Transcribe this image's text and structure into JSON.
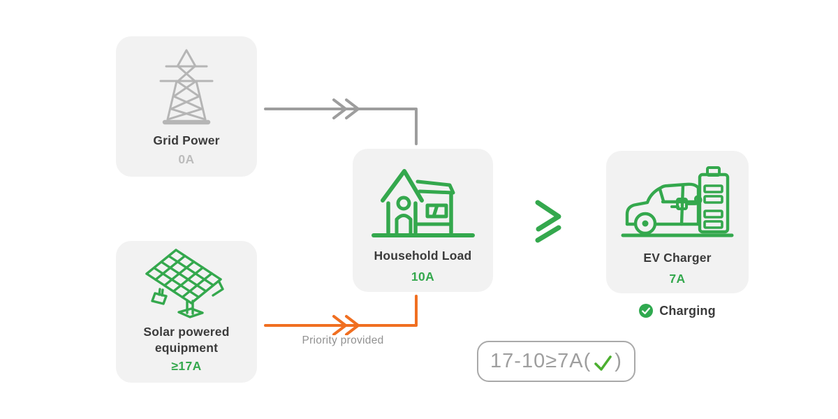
{
  "cards": {
    "grid": {
      "label": "Grid Power",
      "value": "0A"
    },
    "solar": {
      "label": "Solar powered equipment",
      "value": "≥17A"
    },
    "household": {
      "label": "Household Load",
      "value": "10A"
    },
    "ev": {
      "label": "EV Charger",
      "value": "7A"
    }
  },
  "flows": {
    "grid_to_household": {
      "color": "#9d9d9d"
    },
    "solar_to_household": {
      "color": "#f06f21",
      "label": "Priority provided"
    }
  },
  "comparator": {
    "symbol": "≥",
    "color": "#34a84d"
  },
  "status": {
    "charging_label": "Charging"
  },
  "formula": {
    "prefix": "17-10≥7A(",
    "suffix": ")"
  },
  "colors": {
    "green": "#34a84d",
    "check_green": "#4caf30",
    "badge_green": "#2fa94f",
    "orange": "#f06f21",
    "arrow_gray": "#9d9d9d",
    "icon_gray": "#b5b5b5",
    "card_bg": "#f2f2f2",
    "text_dark": "#3b3b3b",
    "text_muted": "#bcbcbc",
    "formula_gray": "#9e9e9e"
  }
}
